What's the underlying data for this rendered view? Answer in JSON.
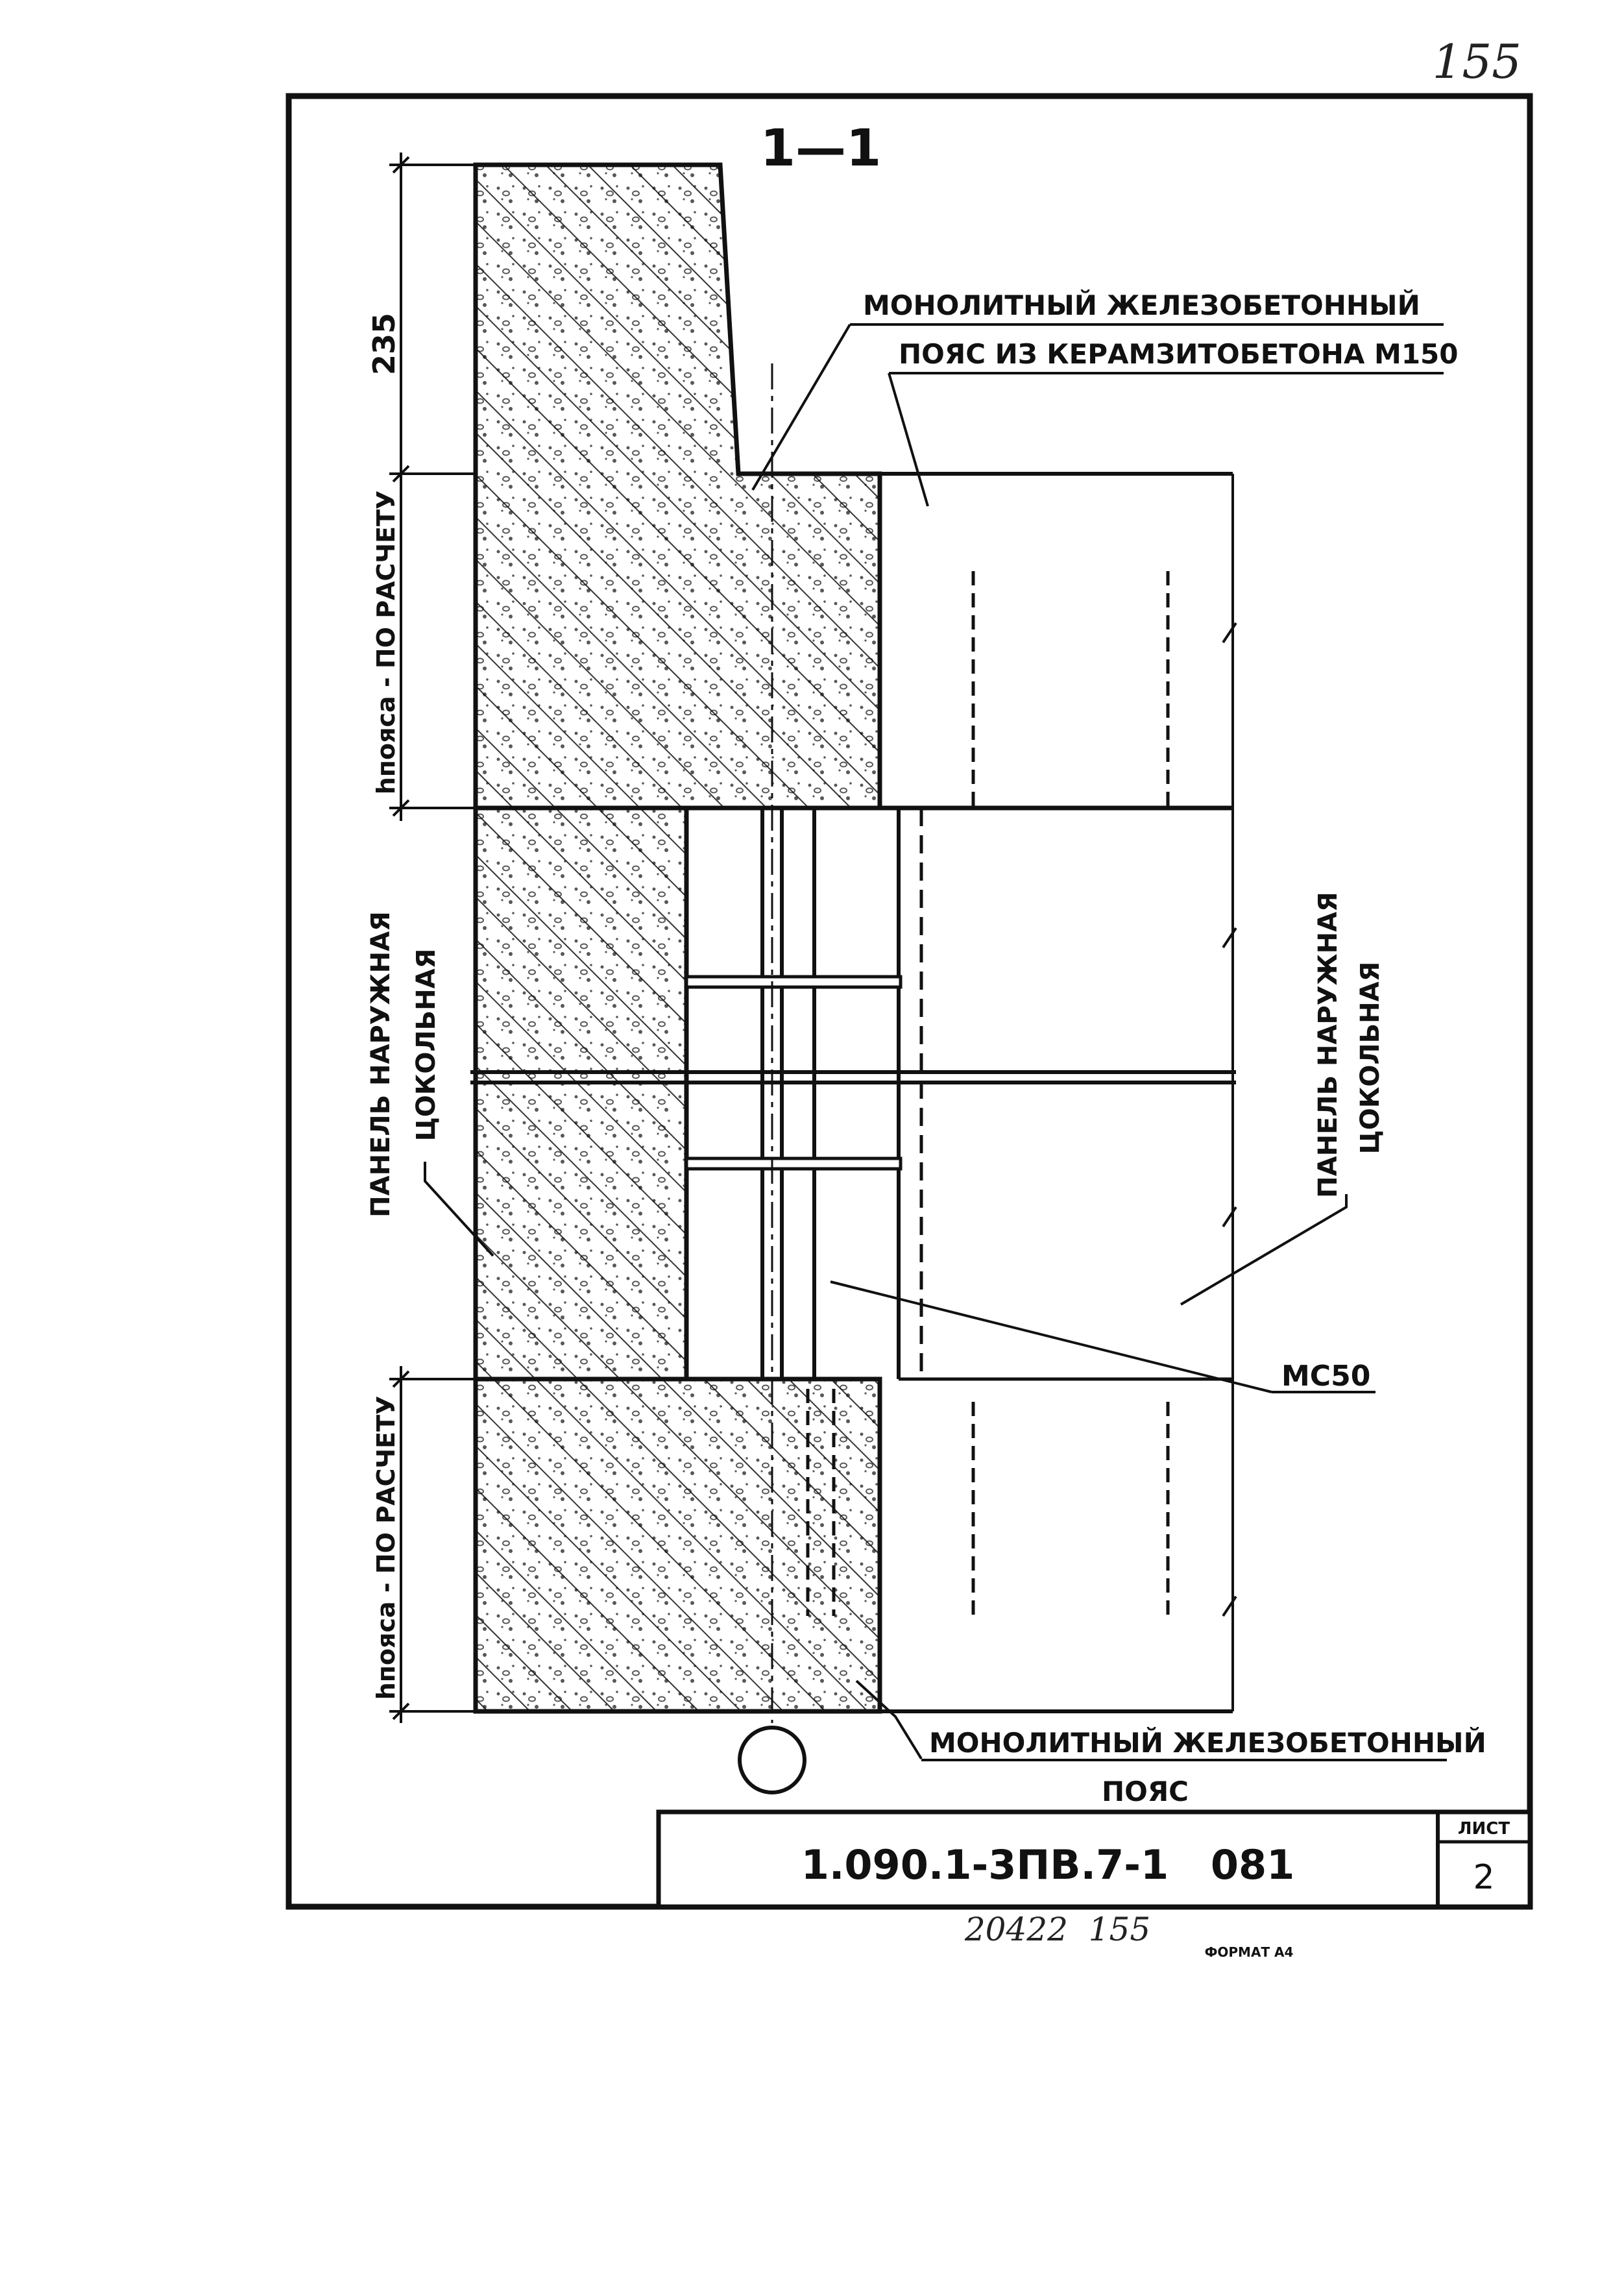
{
  "sheet_corner_number": "155",
  "section_title": "1—1",
  "dimension_top": "235",
  "dimension_belt_upper": "hпояса - ПО РАСЧЕТУ",
  "dimension_belt_lower": "hпояса - ПО РАСЧЕТУ",
  "label_panel_left": [
    "ПАНЕЛЬ НАРУЖНАЯ",
    "ЦОКОЛЬНАЯ"
  ],
  "label_panel_right": [
    "ПАНЕЛЬ НАРУЖНАЯ",
    "ЦОКОЛЬНАЯ"
  ],
  "label_belt_top": [
    "МОНОЛИТНЫЙ ЖЕЛЕЗОБЕТОННЫЙ",
    "ПОЯС ИЗ КЕРАМЗИТОБЕТОНА М150"
  ],
  "label_belt_bottom": [
    "МОНОЛИТНЫЙ ЖЕЛЕЗОБЕТОННЫЙ",
    "ПОЯС"
  ],
  "label_weld_element": "МС50",
  "title_block": {
    "code": "1.090.1-3ПВ.7-1   081",
    "sheet_label": "ЛИСТ",
    "sheet_number": "2"
  },
  "below_frame_number": "20422  155",
  "format_label": "ФОРМАТ А4"
}
